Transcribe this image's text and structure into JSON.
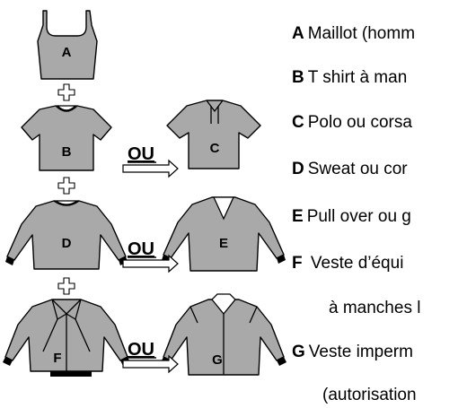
{
  "garments": [
    {
      "letter": "A",
      "icon": "tank-top-icon"
    },
    {
      "letter": "B",
      "icon": "tshirt-icon"
    },
    {
      "letter": "C",
      "icon": "polo-icon"
    },
    {
      "letter": "D",
      "icon": "sweatshirt-icon"
    },
    {
      "letter": "E",
      "icon": "pullover-icon"
    },
    {
      "letter": "F",
      "icon": "team-jacket-icon"
    },
    {
      "letter": "G",
      "icon": "raincoat-icon"
    }
  ],
  "connectors": {
    "or_label": "OU"
  },
  "legend": [
    {
      "letter": "A",
      "text": "Maillot (homm"
    },
    {
      "letter": "B",
      "text": "T shirt à man"
    },
    {
      "letter": "C",
      "text": "Polo ou corsa"
    },
    {
      "letter": "D",
      "text": "Sweat ou cor"
    },
    {
      "letter": "E",
      "text": "Pull over ou g"
    },
    {
      "letter": "F",
      "text": " Veste d’équi"
    },
    {
      "letter": "",
      "text": "à manches l"
    },
    {
      "letter": "G",
      "text": "Veste imperm"
    },
    {
      "letter": "",
      "text": "(autorisation"
    }
  ]
}
